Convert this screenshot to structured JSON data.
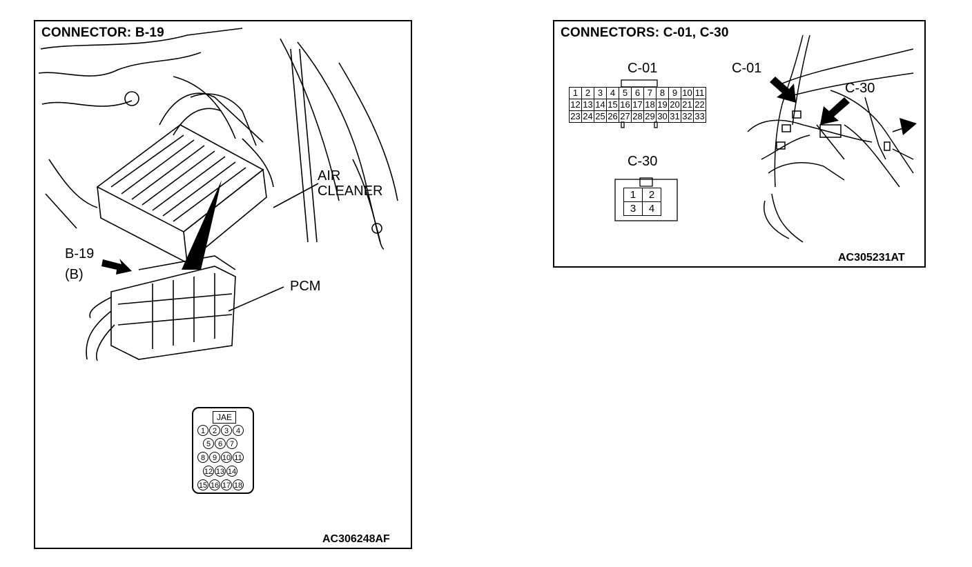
{
  "left_panel": {
    "title": "CONNECTOR: B-19",
    "labels": {
      "air_cleaner": "AIR\nCLEANER",
      "pcm": "PCM",
      "connector": "B-19",
      "connector_sub": "(B)"
    },
    "jae_label": "JAE",
    "jae_pins": [
      "1",
      "2",
      "3",
      "4",
      "5",
      "6",
      "7",
      "8",
      "9",
      "10",
      "11",
      "12",
      "13",
      "14",
      "15",
      "16",
      "17",
      "18"
    ],
    "code": "AC306248AF"
  },
  "right_panel": {
    "title": "CONNECTORS: C-01, C-30",
    "c01": {
      "label": "C-01",
      "rows": [
        [
          "1",
          "2",
          "3",
          "4",
          "5",
          "6",
          "7",
          "8",
          "9",
          "10",
          "11"
        ],
        [
          "12",
          "13",
          "14",
          "15",
          "16",
          "17",
          "18",
          "19",
          "20",
          "21",
          "22"
        ],
        [
          "23",
          "24",
          "25",
          "26",
          "27",
          "28",
          "29",
          "30",
          "31",
          "32",
          "33"
        ]
      ]
    },
    "c30": {
      "label": "C-30",
      "rows": [
        [
          "1",
          "2"
        ],
        [
          "3",
          "4"
        ]
      ]
    },
    "photo_labels": {
      "c01": "C-01",
      "c30": "C-30"
    },
    "code": "AC305231AT"
  }
}
